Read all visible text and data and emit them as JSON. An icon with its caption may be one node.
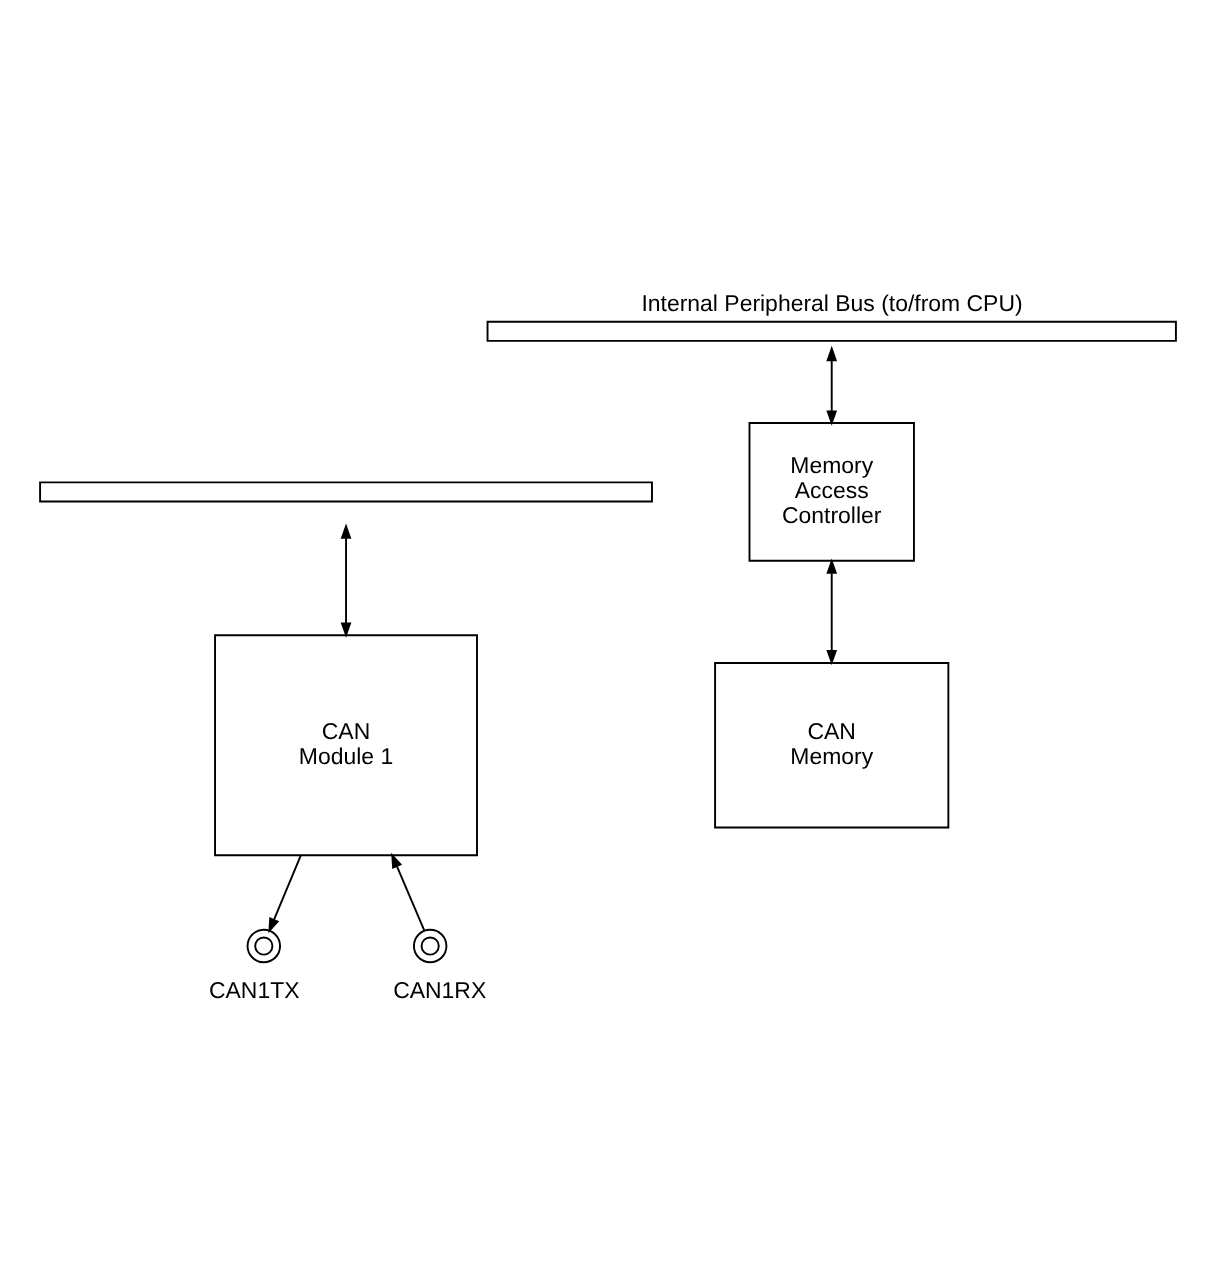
{
  "diagram": {
    "nodes": [
      {
        "text": [
          "Internal Peripheral Bus (to/from CPU)"
        ]
      },
      {
        "text": [
          "Memory Access Controller"
        ]
      },
      {
        "text": [],
        "shape": "bar"
      },
      {
        "text": [
          "CAN Module 1"
        ]
      },
      {
        "text": [
          "CAN Memory"
        ]
      },
      {
        "text": [],
        "shape": "circle",
        "beside": [
          "CAN1TX"
        ]
      },
      {
        "text": [],
        "shape": "circle",
        "beside": [
          "CAN1RX"
        ]
      }
    ],
    "edges": [
      {
        "from": 0,
        "to": 1,
        "arrow": "both"
      },
      {
        "from": 2,
        "to": 3,
        "arrow": "both"
      },
      {
        "from": 1,
        "to": 4,
        "arrow": "both"
      },
      {
        "from": 3,
        "to": 5,
        "arrow": "to"
      },
      {
        "from": 6,
        "to": 3,
        "arrow": "to"
      }
    ]
  }
}
